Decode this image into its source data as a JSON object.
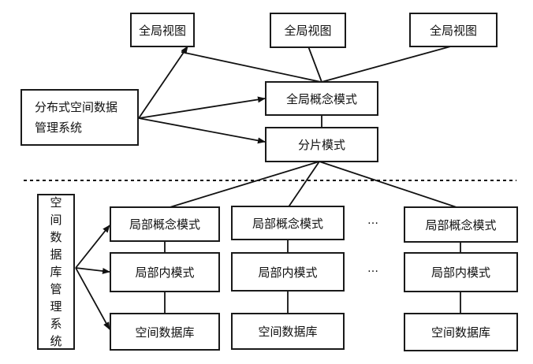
{
  "top_views": [
    "全局视图",
    "全局视图",
    "全局视图"
  ],
  "dsms": "分布式空间数据管理系统",
  "global_schema": "全局概念模式",
  "fragment_schema": "分片模式",
  "sdms": "空间数据库管理系统",
  "sites": [
    {
      "local_schema": "局部概念模式",
      "internal_schema": "局部内模式",
      "database": "空间数据库"
    },
    {
      "local_schema": "局部概念模式",
      "internal_schema": "局部内模式",
      "database": "空间数据库"
    },
    {
      "local_schema": "局部概念模式",
      "internal_schema": "局部内模式",
      "database": "空间数据库"
    }
  ],
  "ellipsis": "…"
}
